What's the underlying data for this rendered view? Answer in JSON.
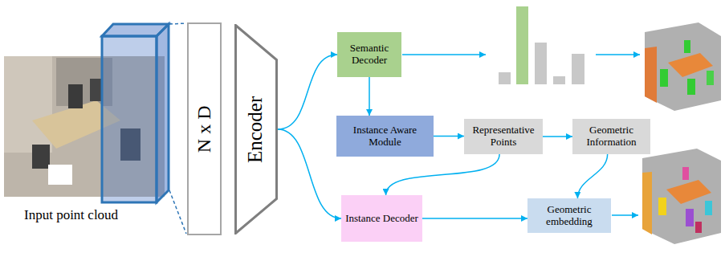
{
  "diagram": {
    "nodes": [
      {
        "text": [
          "N x D"
        ]
      },
      {
        "text": [
          "Encoder"
        ]
      },
      {
        "text": [
          "Semantic Decoder"
        ]
      },
      {
        "text": [
          "Instance Aware Module"
        ]
      },
      {
        "text": [
          "Representative Points"
        ]
      },
      {
        "text": [
          "Geometric Information"
        ]
      },
      {
        "text": [
          "Instance Decoder"
        ]
      },
      {
        "text": [
          "Geometric embedding"
        ]
      }
    ],
    "edges": [
      {
        "from": 1,
        "to": 2,
        "arrow": "to"
      },
      {
        "from": 1,
        "to": 6,
        "arrow": "to"
      },
      {
        "from": 2,
        "to": 3,
        "arrow": "to"
      },
      {
        "from": 3,
        "to": 4,
        "arrow": "to"
      },
      {
        "from": 4,
        "to": 5,
        "arrow": "to"
      },
      {
        "from": 4,
        "to": 6,
        "arrow": "to"
      },
      {
        "from": 5,
        "to": 7,
        "arrow": "to"
      },
      {
        "from": 6,
        "to": 7,
        "arrow": "to"
      }
    ],
    "labels": [
      "Input point cloud"
    ]
  }
}
